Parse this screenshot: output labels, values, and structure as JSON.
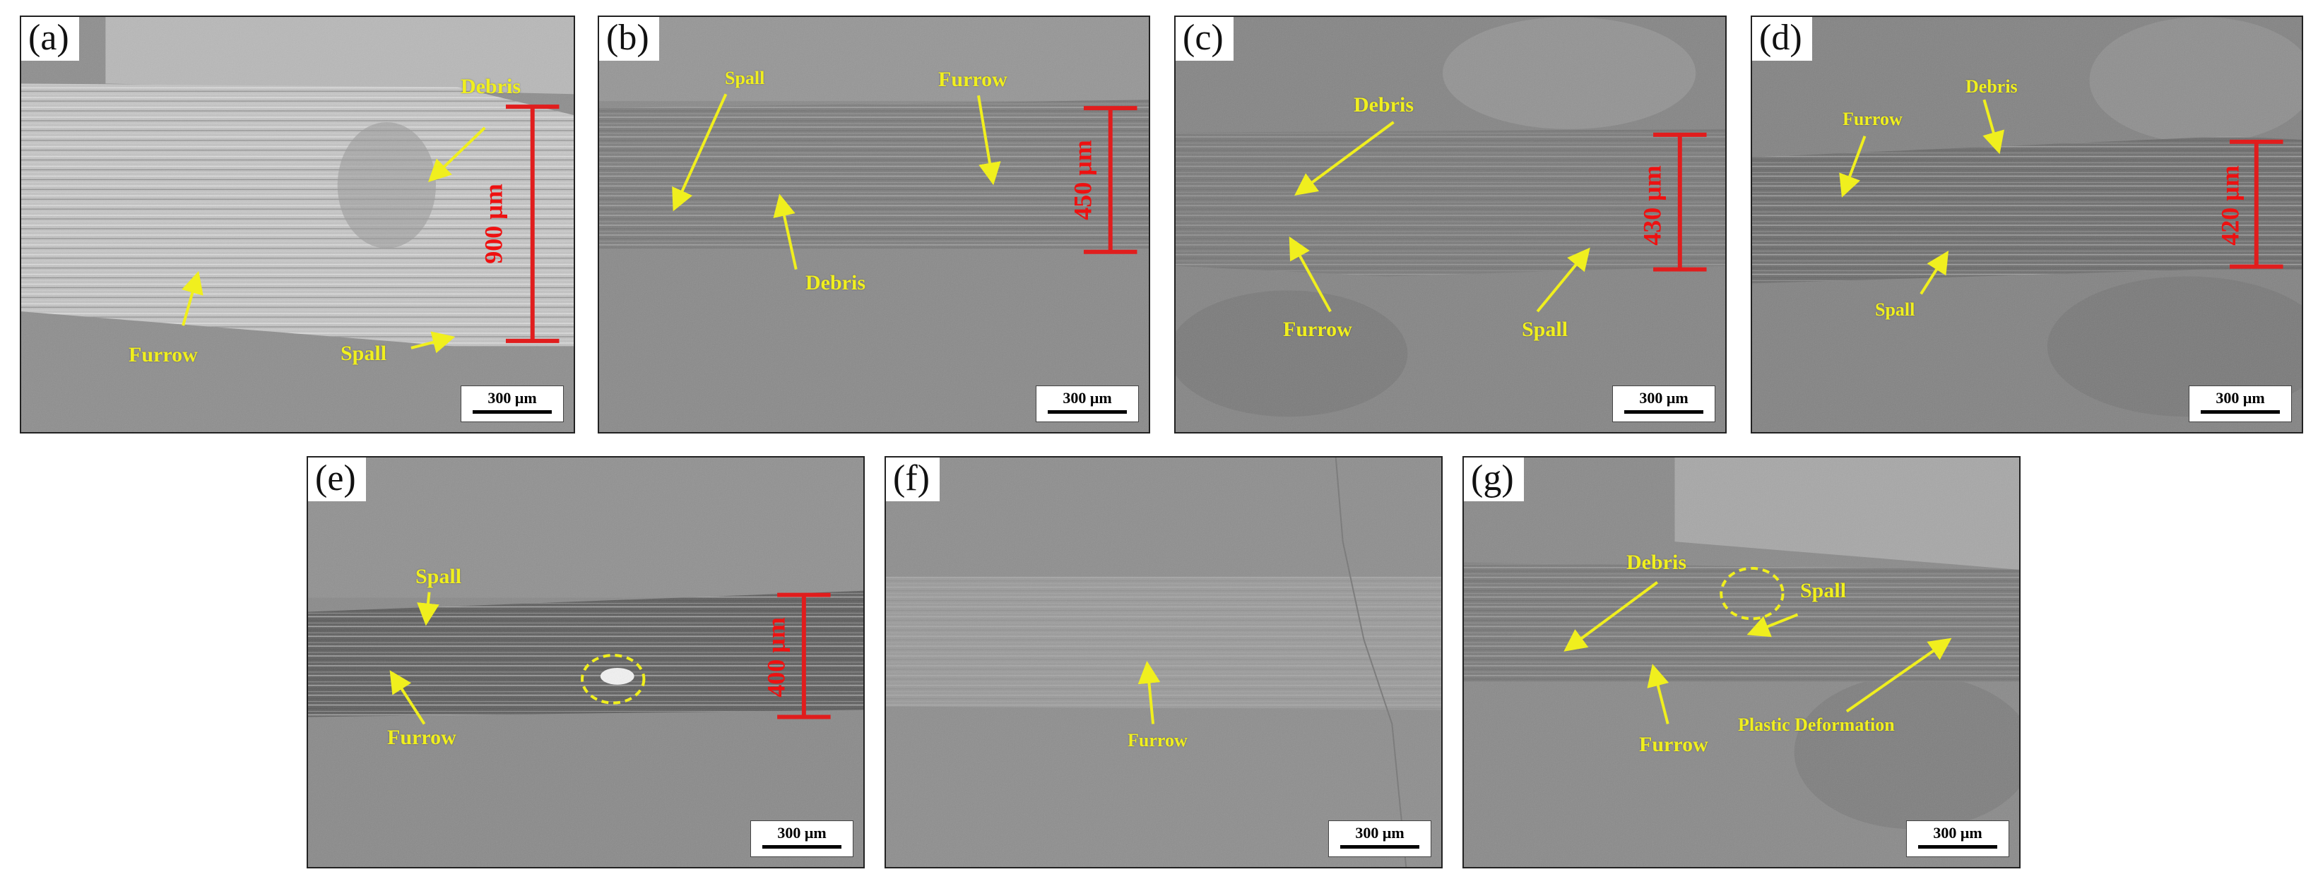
{
  "scale_bar": "300 μm",
  "colors": {
    "annotation": "#f0ef1e",
    "width_marker": "#e11d1d"
  },
  "panels": {
    "a": {
      "label": "(a)",
      "width": "900 μm",
      "debris": "Debris",
      "furrow": "Furrow",
      "spall": "Spall"
    },
    "b": {
      "label": "(b)",
      "width": "450 μm",
      "spall": "Spall",
      "furrow": "Furrow",
      "debris": "Debris"
    },
    "c": {
      "label": "(c)",
      "width": "430 μm",
      "debris": "Debris",
      "furrow": "Furrow",
      "spall": "Spall"
    },
    "d": {
      "label": "(d)",
      "width": "420 μm",
      "furrow": "Furrow",
      "debris": "Debris",
      "spall": "Spall"
    },
    "e": {
      "label": "(e)",
      "width": "400 μm",
      "spall": "Spall",
      "furrow": "Furrow"
    },
    "f": {
      "label": "(f)",
      "furrow": "Furrow"
    },
    "g": {
      "label": "(g)",
      "debris": "Debris",
      "spall": "Spall",
      "furrow": "Furrow",
      "plastic": "Plastic Deformation"
    }
  }
}
